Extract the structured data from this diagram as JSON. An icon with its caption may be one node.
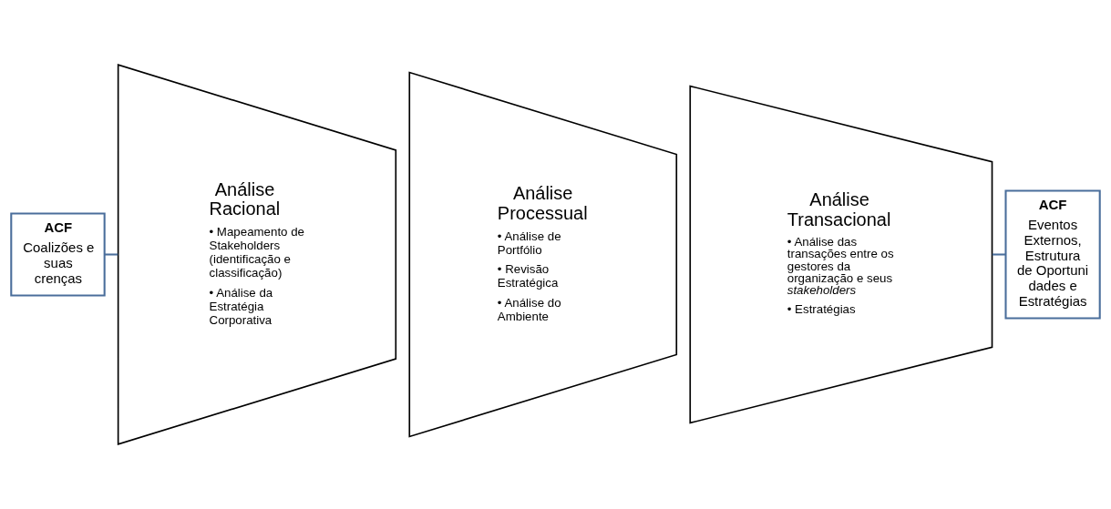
{
  "diagram": {
    "nodes": [
      {
        "text": [
          "ACF",
          "Coalizões e suas crenças"
        ]
      },
      {
        "text": [
          "Análise Racional",
          "• Mapeamento de Stakeholders (identificação e classificação)",
          "• Análise da Estratégia Corporativa"
        ]
      },
      {
        "text": [
          "Análise Processual",
          "• Análise de Portfólio",
          "• Revisão Estratégica",
          "• Análise do Ambiente"
        ]
      },
      {
        "text": [
          "Análise Transacional",
          "• Análise das transações entre os gestores da organização e seus *stakeholders*",
          "• Estratégias"
        ]
      },
      {
        "text": [
          "ACF",
          "Eventos Externos, Estrutura de Oportunidades e Estratégias"
        ]
      }
    ],
    "edges": [
      {
        "from": 0,
        "to": 1,
        "arrow": "none"
      },
      {
        "from": 3,
        "to": 4,
        "arrow": "none"
      }
    ]
  }
}
